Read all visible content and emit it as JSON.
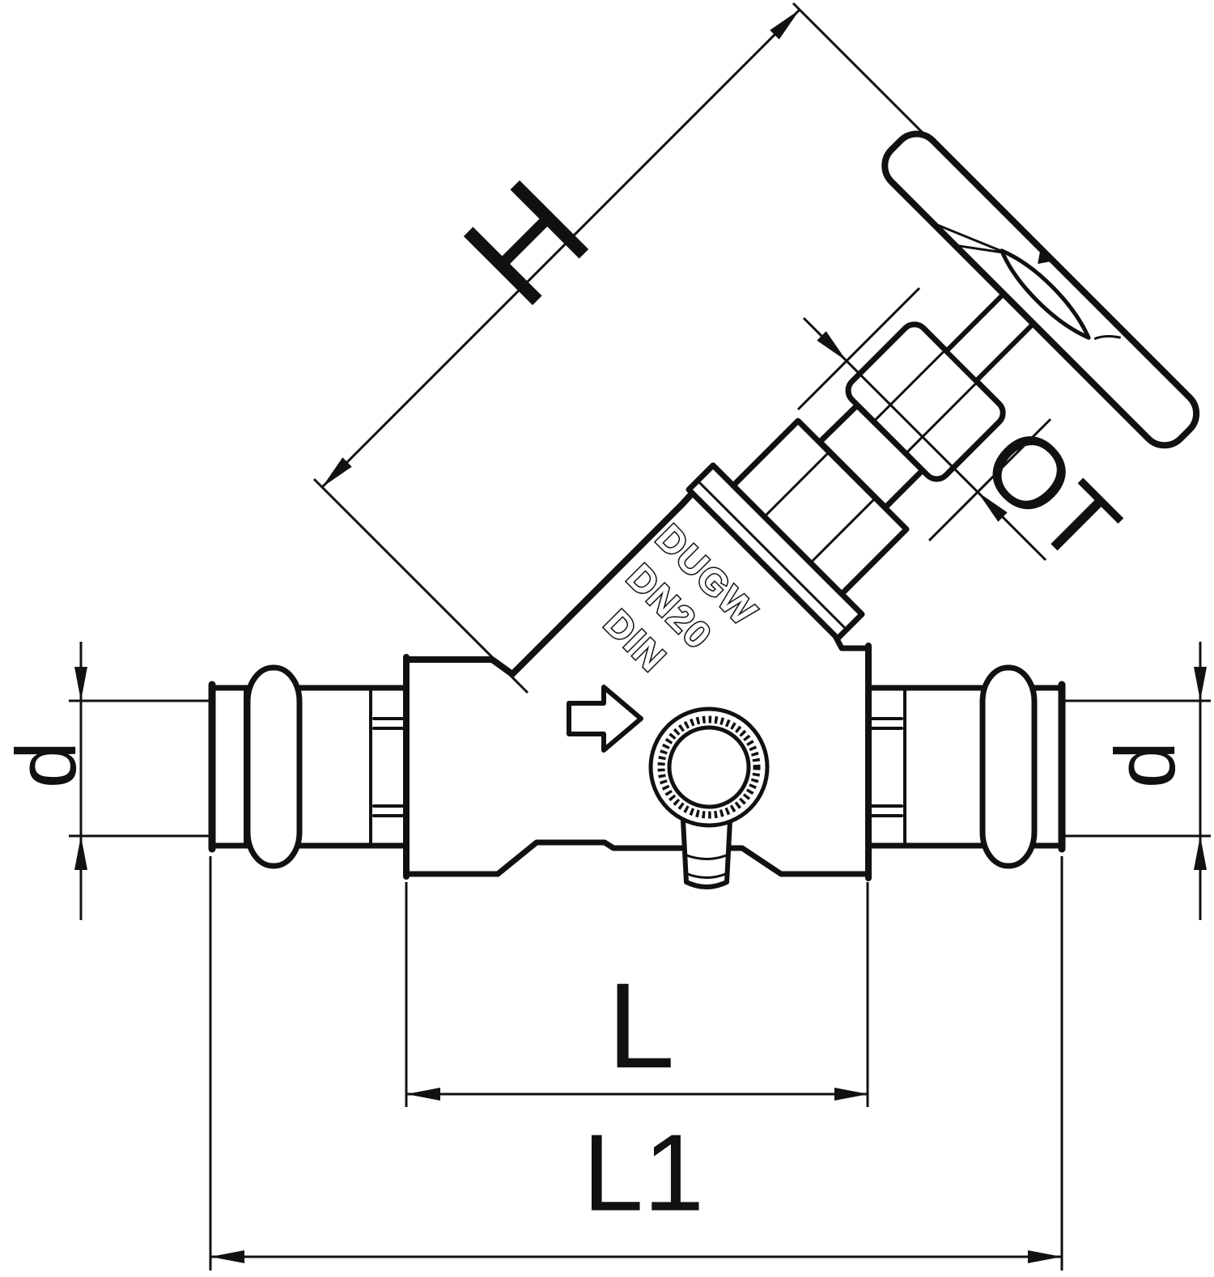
{
  "page": {
    "background": "#ffffff",
    "line_color": "#111111",
    "drawing_type": "valve technical drawing"
  },
  "dimension_labels": {
    "height": "H",
    "top_part": "OT",
    "diameter_left": "d",
    "diameter_right": "d",
    "body_length": "L",
    "overall_length": "L1"
  },
  "body_markings": {
    "material": "DUGW",
    "nominal_size": "DN20",
    "standard": "DIN"
  },
  "icons": {
    "flow_direction_arrow": "right-arrow"
  }
}
